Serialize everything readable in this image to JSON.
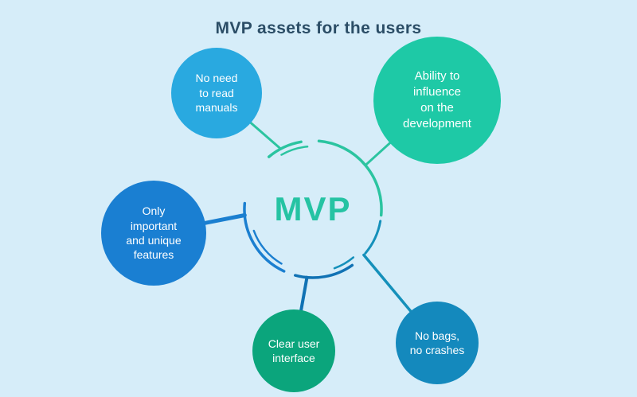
{
  "title": "MVP assets for the users",
  "center": {
    "label": "MVP",
    "color": "#25c3a3"
  },
  "palette": {
    "background": "#d6edf9",
    "title": "#2b4d66",
    "green": "#2bc4a0",
    "blue": "#1b7fd0",
    "deep_blue": "#1172b4",
    "teal_blue": "#1590ba"
  },
  "nodes": [
    {
      "id": "no-manuals",
      "label": "No need\nto read\nmanuals",
      "color": "#29a9e0"
    },
    {
      "id": "influence-development",
      "label": "Ability to\ninfluence\non the\ndevelopment",
      "color": "#1ec9a6"
    },
    {
      "id": "unique-features",
      "label": "Only\nimportant\nand unique\nfeatures",
      "color": "#1a7fd2"
    },
    {
      "id": "clear-interface",
      "label": "Clear user\ninterface",
      "color": "#0ba57c"
    },
    {
      "id": "no-crashes",
      "label": "No bags,\nno crashes",
      "color": "#1489bd"
    }
  ]
}
